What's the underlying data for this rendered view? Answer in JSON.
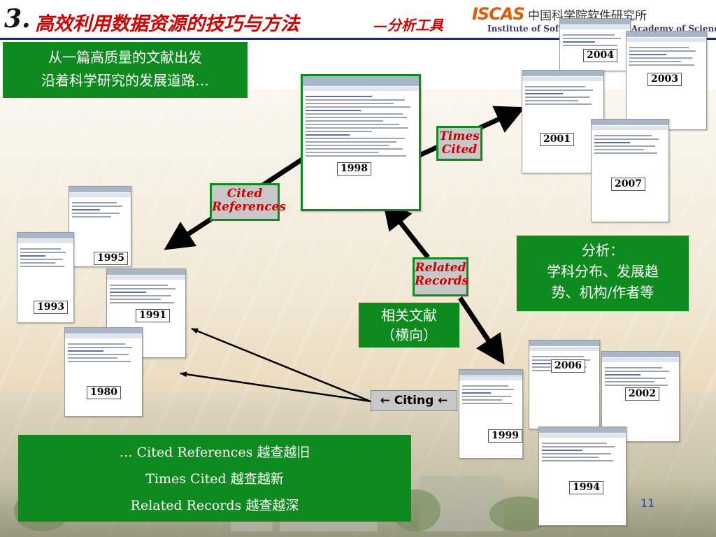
{
  "title": {
    "number": "3.",
    "main": "高效利用数据资源的技巧与方法",
    "sub": "—分析工具"
  },
  "logo": {
    "mark": "ISCAS",
    "cn_name": "中国科学院软件研究所",
    "en_name": "Institute of Software, Chinese Academy of Sciences"
  },
  "top_left_box": {
    "line1": "从一篇高质量的文献出发",
    "line2": "沿着科学研究的发展道路…"
  },
  "labels": {
    "cited_references": "Cited References",
    "times_cited": "Times Cited",
    "related_records": "Related Records",
    "citing": "← Citing ←"
  },
  "related_box": {
    "line1": "相关文献",
    "line2": "（横向）"
  },
  "analysis_box": {
    "line1": "分析：",
    "line2": "学科分布、发展趋",
    "line3": "势、机构/作者等"
  },
  "bottom_box": {
    "line1": "… Cited References 越查越旧",
    "line2": "Times Cited 越查越新",
    "line3": "Related Records 越查越深"
  },
  "years": {
    "center": "1998",
    "y2004": "2004",
    "y2003": "2003",
    "y2001": "2001",
    "y2007": "2007",
    "y1995": "1995",
    "y1993": "1993",
    "y1991": "1991",
    "y1980": "1980",
    "y2006": "2006",
    "y2002": "2002",
    "y1999": "1999",
    "y1994": "1994"
  },
  "page_number": "11",
  "colors": {
    "green": "#0f8a1f",
    "red": "#d10000",
    "label_gray": "#c8c8c8"
  }
}
